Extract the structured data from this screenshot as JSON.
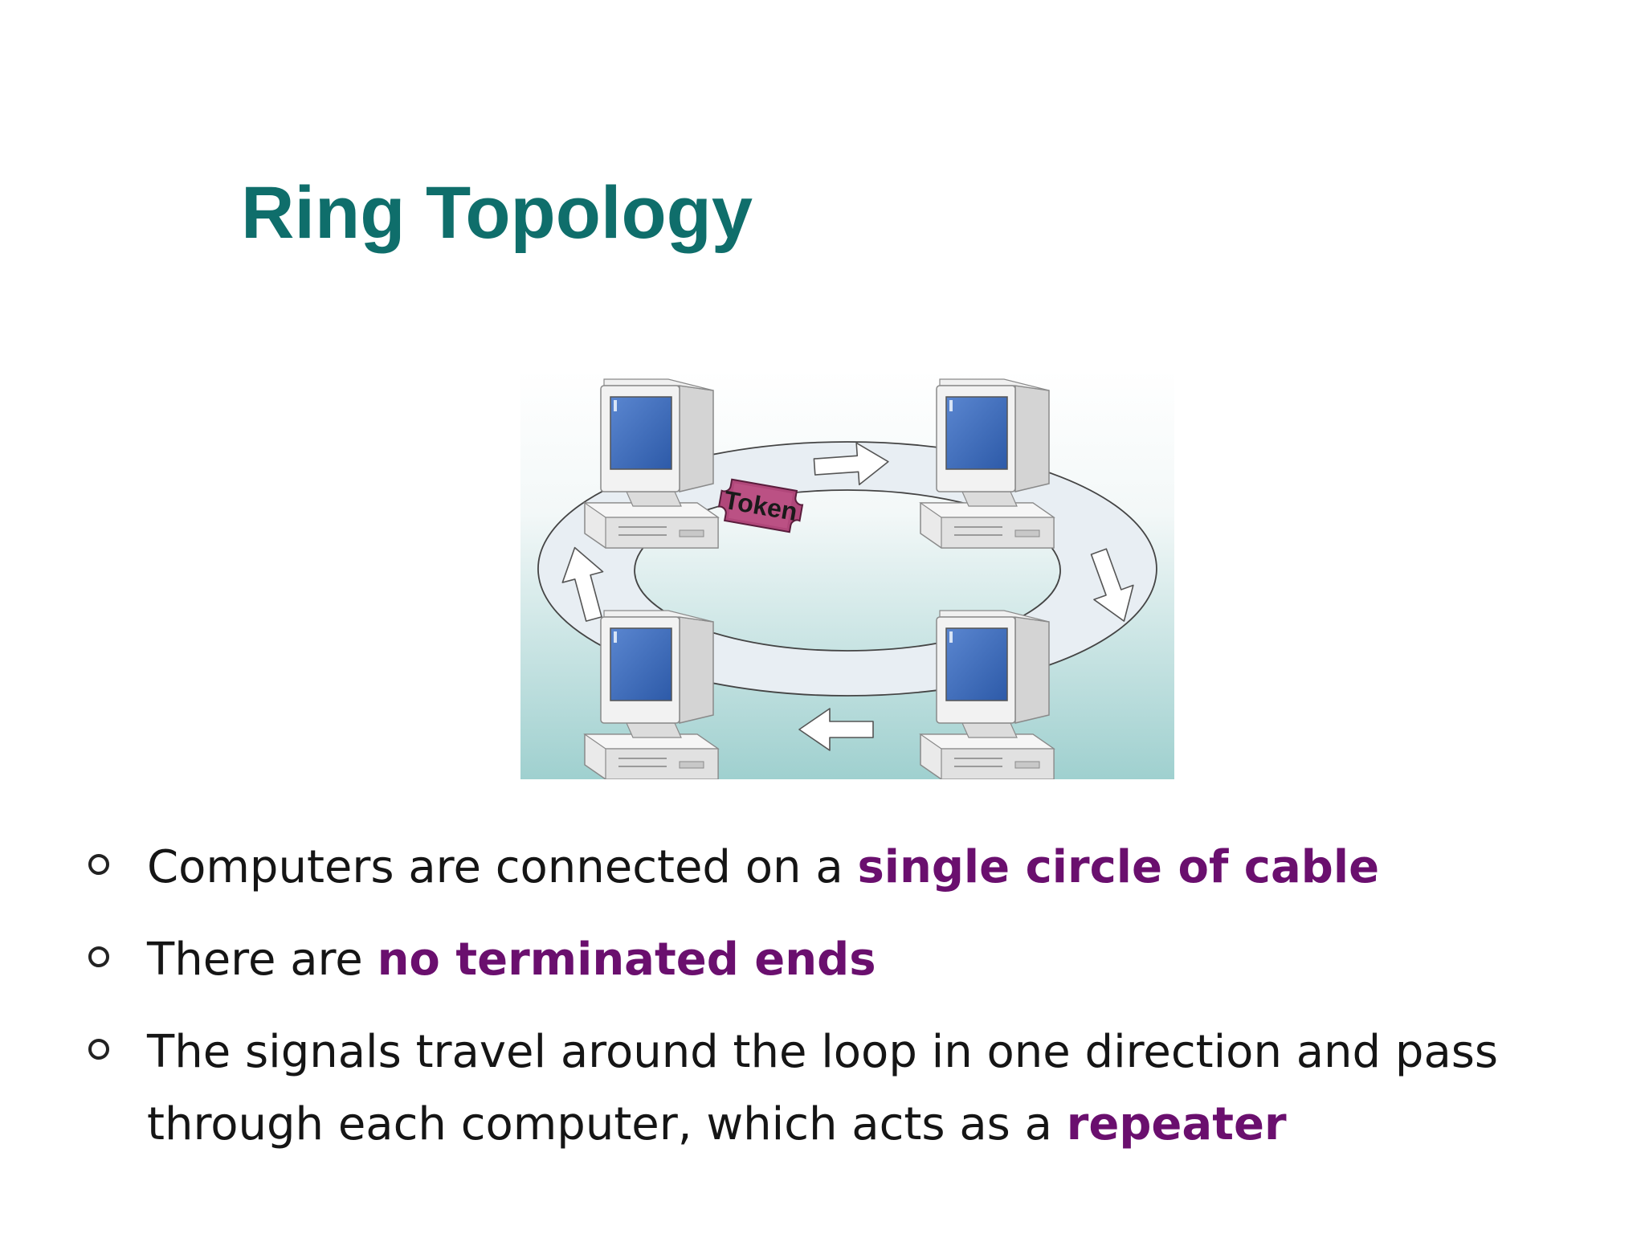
{
  "slide": {
    "title": "Ring Topology",
    "diagram": {
      "token_label": "Token",
      "colors": {
        "ring_fill": "#e8eef3",
        "monitor_screen": "#3f6fbf",
        "token": "#b0477a",
        "background_bottom": "#9fd0cf"
      },
      "icons": [
        "computer-icon",
        "computer-icon",
        "computer-icon",
        "computer-icon",
        "arrow-icon",
        "arrow-icon",
        "arrow-icon",
        "arrow-icon"
      ]
    },
    "bullets": [
      {
        "text": "Computers are connected on a ",
        "emphasis": "single circle of cable"
      },
      {
        "text": "There are ",
        "emphasis": "no terminated ends"
      },
      {
        "text": "The signals travel around the loop in one direction and pass through each computer, which acts as a ",
        "emphasis": "repeater"
      }
    ],
    "colors": {
      "title": "#0f6e6b",
      "emphasis": "#6a0f6e",
      "body_text": "#151515"
    }
  }
}
